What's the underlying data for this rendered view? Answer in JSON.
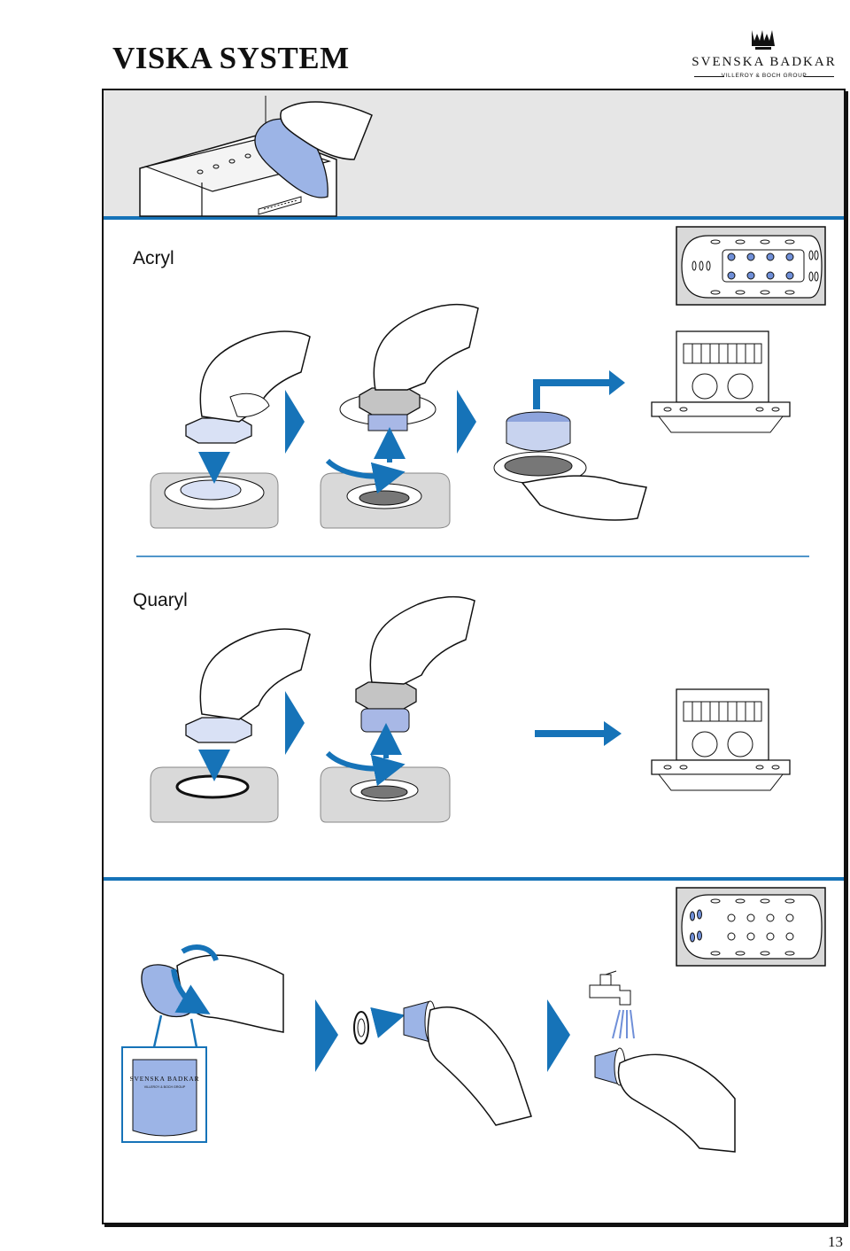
{
  "header": {
    "title": "VISKA SYSTEM",
    "brand": "SVENSKA BADKAR",
    "brand_sub": "VILLEROY & BOCH GROUP"
  },
  "sections": {
    "acryl_label": "Acryl",
    "quaryl_label": "Quaryl"
  },
  "bag_brand": "SVENSKA BADKAR",
  "bag_brand_sub": "VILLEROY & BOCH GROUP",
  "page_number": "13",
  "colors": {
    "accent_blue": "#1673b8",
    "light_blue": "#8ea4dc",
    "panel_gray": "#e6e6e6",
    "tile_gray": "#d9d9d9"
  }
}
